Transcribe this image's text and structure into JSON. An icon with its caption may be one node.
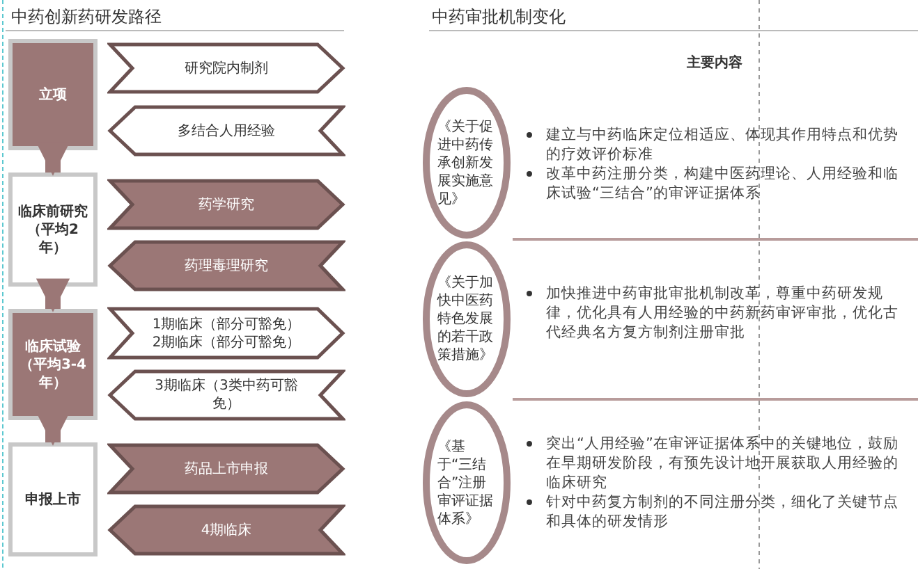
{
  "diagram": {
    "nodes": [
      {
        "text": [
          "立项"
        ]
      },
      {
        "text": [
          "研究院内制剂"
        ]
      },
      {
        "text": [
          "多结合人用经验"
        ]
      },
      {
        "text": [
          "临床前研究（平均2年）"
        ]
      },
      {
        "text": [
          "药学研究"
        ]
      },
      {
        "text": [
          "药理毒理研究"
        ]
      },
      {
        "text": [
          "临床试验（平均3-4年）"
        ]
      },
      {
        "text": [
          "1期临床（部分可豁免）",
          "2期临床（部分可豁免）"
        ]
      },
      {
        "text": [
          "3期临床（3类中药可豁免）"
        ]
      },
      {
        "text": [
          "申报上市"
        ]
      },
      {
        "text": [
          "药品上市申报"
        ]
      },
      {
        "text": [
          "4期临床"
        ]
      },
      {
        "text": [
          "《关于促进中药传承创新发展实施意见》"
        ],
        "beside": [
          "建立与中药临床定位相适应、体现其作用特点和优势的疗效评价标准",
          "改革中药注册分类，构建中医药理论、人用经验和临床试验“三结合”的审评证据体系"
        ]
      },
      {
        "text": [
          "《关于加快中医药特色发展的若干政策措施》"
        ],
        "beside": [
          "加快推进中药审批审批机制改革，尊重中药研发规律，优化具有人用经验的中药新药审评审批，优化古代经典名方复方制剂注册审批"
        ]
      },
      {
        "text": [
          "《基于“三结合”注册审评证据体系》"
        ],
        "beside": [
          "突出“人用经验”在审评证据体系中的关键地位，鼓励在早期研发阶段，有预先设计地开展获取人用经验的临床研究",
          "针对中药复方制剂的不同注册分类，细化了关键节点和具体的研发情形"
        ]
      }
    ],
    "edges": [
      {
        "from": 0,
        "to": 3,
        "arrow": "to"
      },
      {
        "from": 3,
        "to": 6,
        "arrow": "to"
      },
      {
        "from": 6,
        "to": 9,
        "arrow": "to"
      }
    ],
    "labels": [
      "中药创新药研发路径",
      "中药审批机制变化",
      "主要内容"
    ]
  }
}
